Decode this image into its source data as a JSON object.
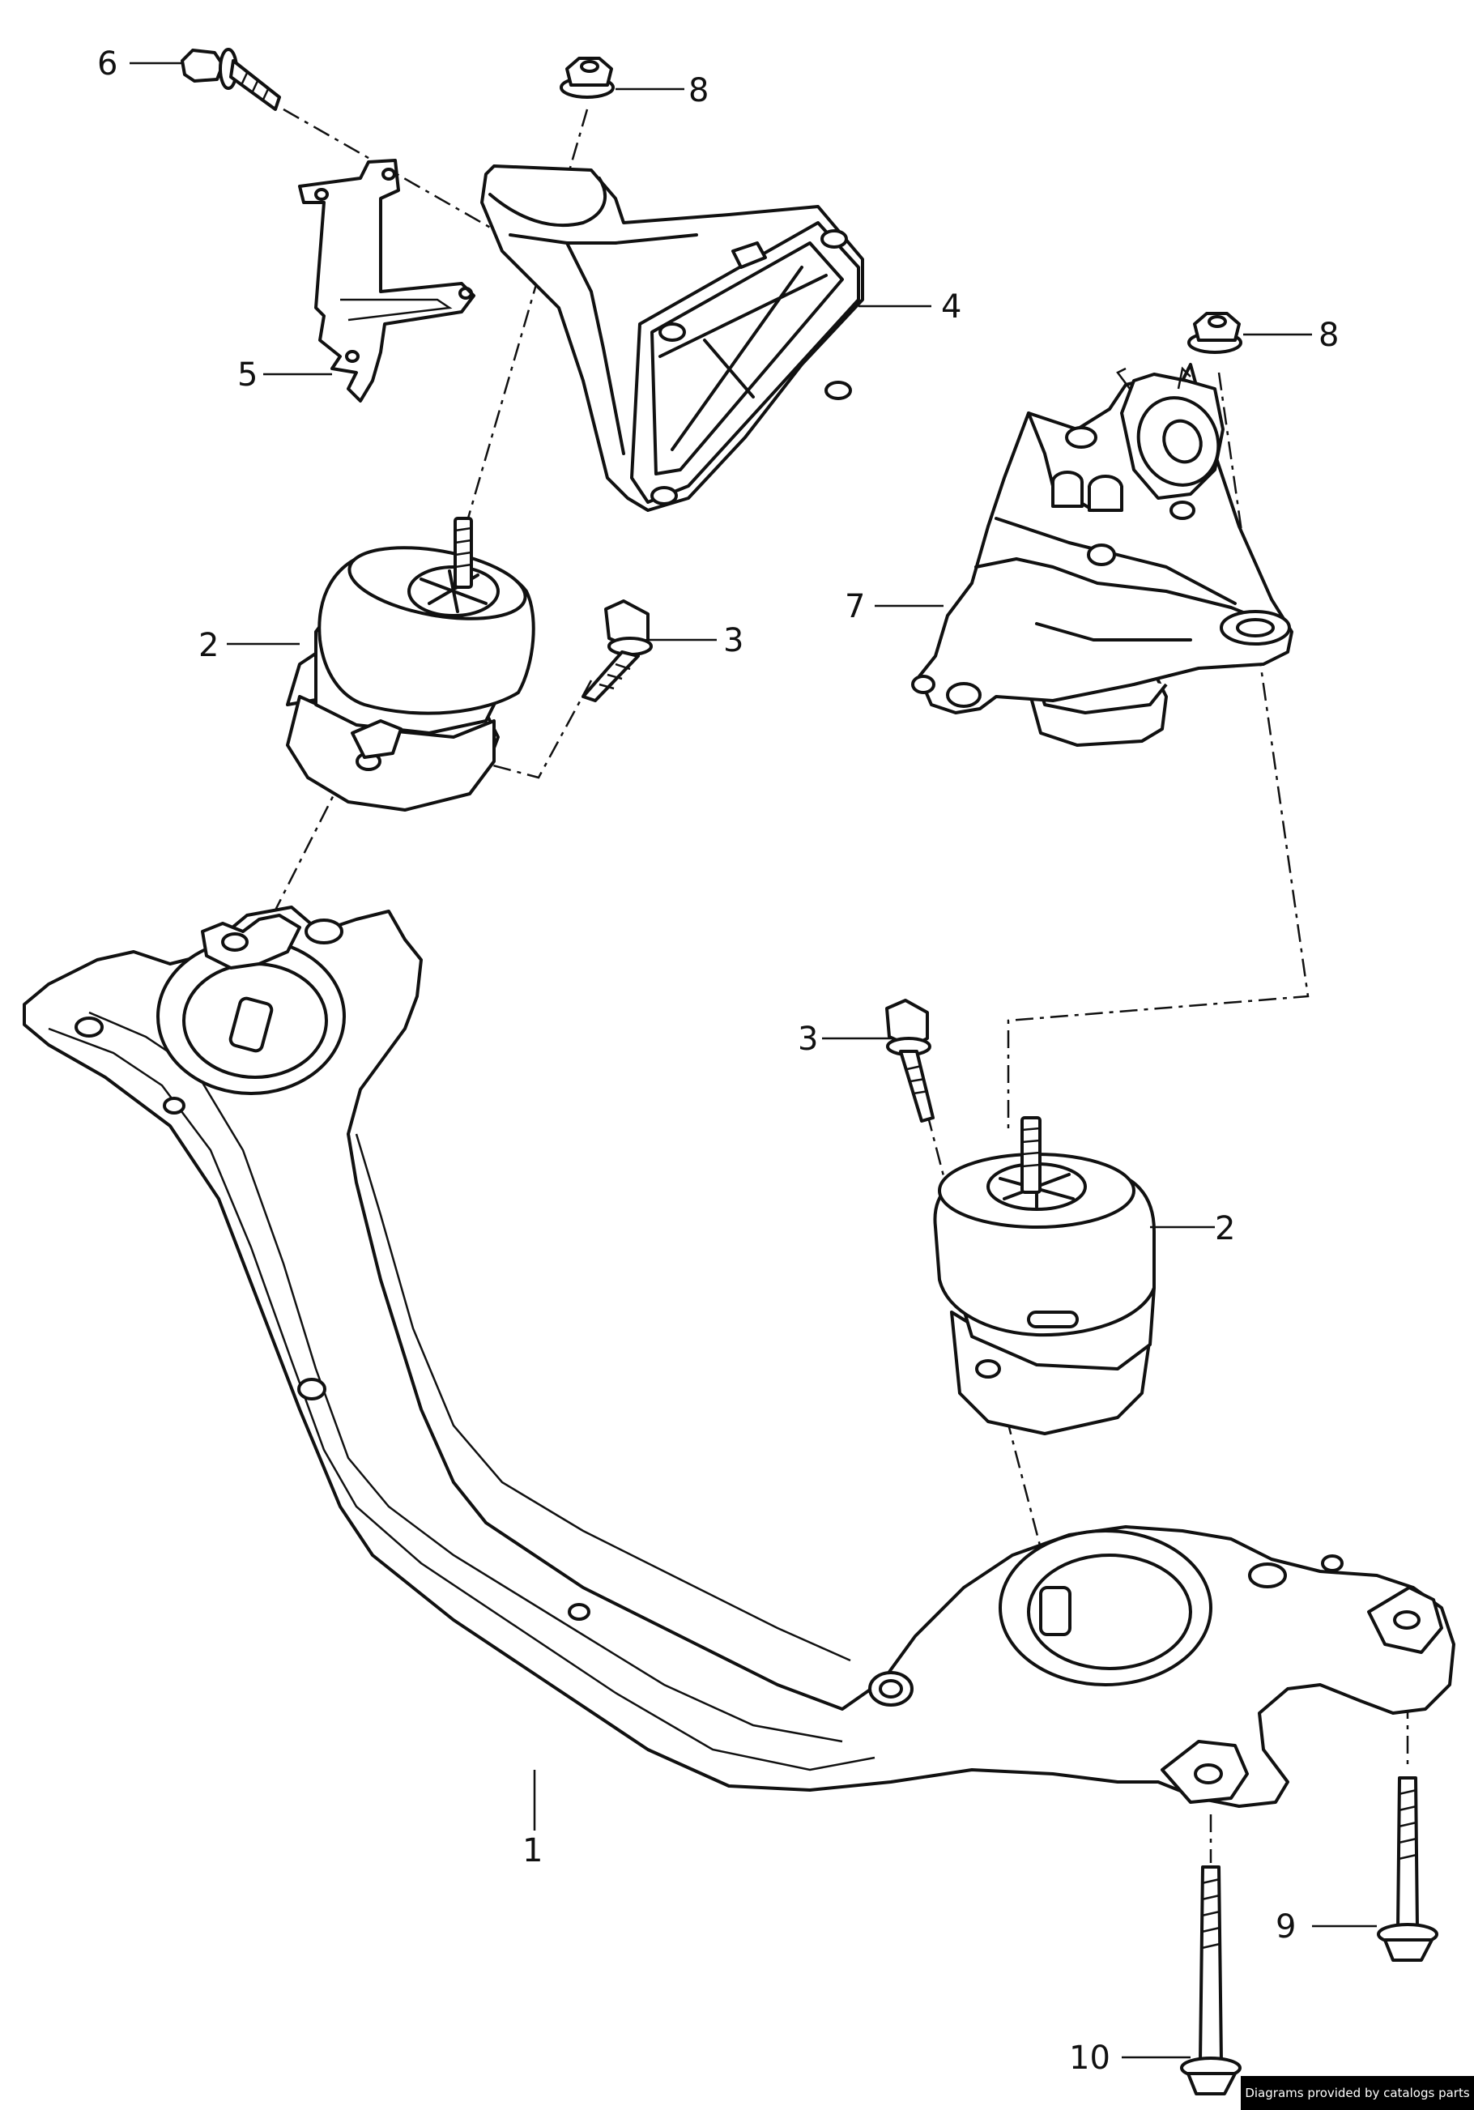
{
  "callouts": {
    "c1": "1",
    "c2a": "2",
    "c2b": "2",
    "c3a": "3",
    "c3b": "3",
    "c4": "4",
    "c5": "5",
    "c6": "6",
    "c7": "7",
    "c8a": "8",
    "c8b": "8",
    "c9": "9",
    "c10": "10"
  },
  "credit": "Diagrams provided by catalogs parts"
}
